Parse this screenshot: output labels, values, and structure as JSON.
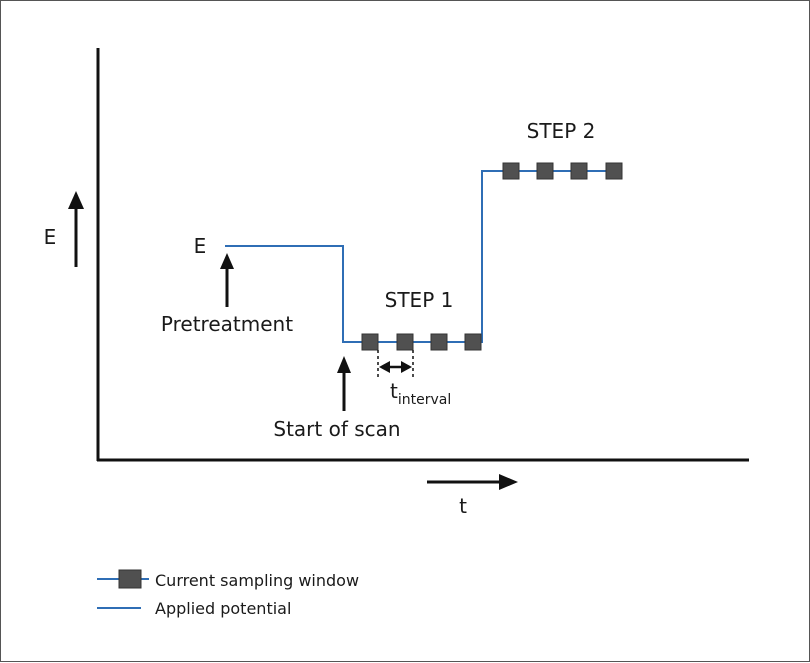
{
  "diagram": {
    "y_axis_label": "E",
    "x_axis_label": "t",
    "initial_potential_label": "E",
    "pretreatment_label": "Pretreatment",
    "start_of_scan_label": "Start of scan",
    "step1_label": "STEP 1",
    "step2_label": "STEP 2",
    "interval_label_main": "t",
    "interval_label_sub": "interval"
  },
  "legend": {
    "items": [
      {
        "label": "Current sampling window",
        "marker": "square"
      },
      {
        "label": "Applied potential",
        "marker": "line"
      }
    ]
  },
  "colors": {
    "applied_potential_line": "#2f6eb5",
    "sampling_window": "#505050",
    "axes": "#111111"
  }
}
